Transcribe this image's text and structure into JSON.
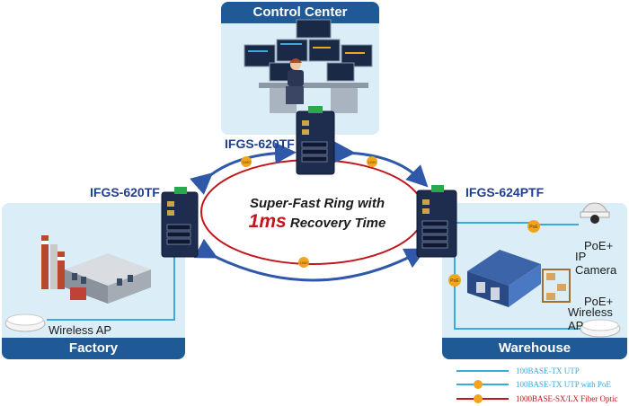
{
  "panels": {
    "control_center": "Control Center",
    "factory": "Factory",
    "warehouse": "Warehouse"
  },
  "devices": {
    "top": "IFGS-620TF",
    "left": "IFGS-620TF",
    "right": "IFGS-624PTF"
  },
  "ring": {
    "line1": "Super-Fast Ring with",
    "highlight": "1ms",
    "rest": "Recovery Time"
  },
  "endpoints": {
    "wireless_ap_left": "Wireless AP",
    "poe_camera_1": "PoE+",
    "poe_camera_2": "IP Camera",
    "poe_ap_1": "PoE+",
    "poe_ap_2": "Wireless AP"
  },
  "badges": {
    "fiber": "1000",
    "poe": "PoE"
  },
  "legend": [
    {
      "text": "100BASE-TX UTP",
      "color": "#3aa9dd"
    },
    {
      "text": "100BASE-TX UTP with PoE",
      "color": "#3aa9dd"
    },
    {
      "text": "1000BASE-SX/LX Fiber Optic",
      "color": "#c0161c"
    }
  ],
  "colors": {
    "ring_red": "#c0161c",
    "arrow_blue": "#2f58a8",
    "utp_cyan": "#3aa9dd",
    "panel_bg": "#dbeef8",
    "title_bar": "#1f5a96",
    "badge_orange": "#f2a51c"
  }
}
